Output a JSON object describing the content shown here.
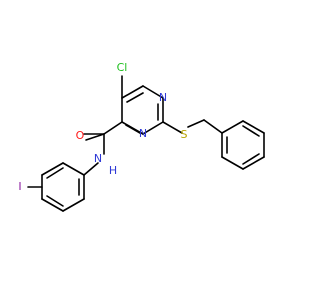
{
  "molecule": {
    "labels": {
      "chlorine": "Cl",
      "ring_n_top": "N",
      "ring_n_bottom": "N",
      "sulfur": "S",
      "oxygen": "O",
      "amide_n": "N",
      "amide_h": "H",
      "iodine": "I"
    },
    "colors": {
      "chlorine": "#1fbf1f",
      "nitrogen": "#2f3ad6",
      "sulfur": "#b8a400",
      "oxygen": "#ff1a1a",
      "iodine": "#8b1aa0",
      "bond": "#000000"
    }
  }
}
